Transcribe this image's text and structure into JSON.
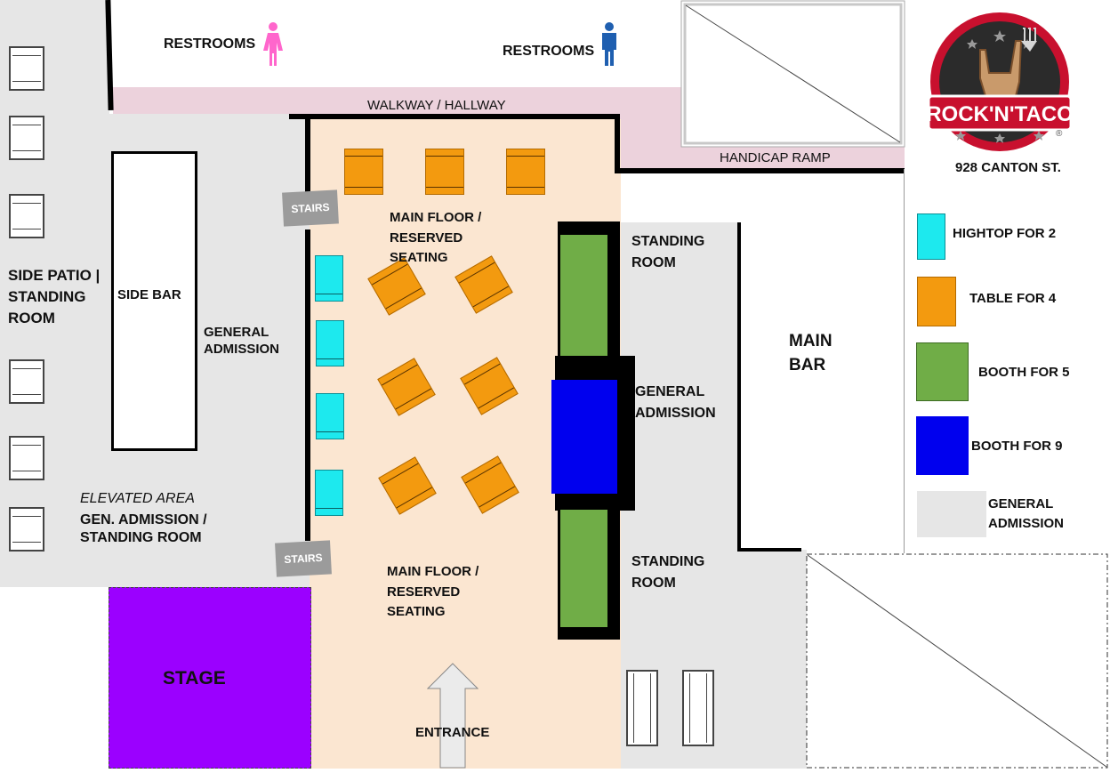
{
  "colors": {
    "general_admission": "#e6e6e6",
    "walkway": "#ecd2dc",
    "main_floor": "#fbe6d1",
    "stage": "#9b00ff",
    "hightop": "#1de9ee",
    "table": "#f39a0f",
    "booth5": "#70ad47",
    "booth9": "#0000ee",
    "women_icon": "#ff66cc",
    "men_icon": "#1f5fb0",
    "logo_red": "#c8102e"
  },
  "icons": {
    "women": "restroom-woman-icon",
    "men": "restroom-man-icon",
    "entrance_arrow": "up-arrow-icon",
    "logo_hand": "rock-hand-fork-icon"
  },
  "labels": {
    "restrooms_left": "RESTROOMS",
    "restrooms_right": "RESTROOMS",
    "walkway": "WALKWAY / HALLWAY",
    "handicap_ramp": "HANDICAP RAMP",
    "stairs_top": "STAIRS",
    "stairs_bottom": "STAIRS",
    "main_floor_top": "MAIN FLOOR / RESERVED SEATING",
    "main_floor_bottom": "MAIN FLOOR / RESERVED SEATING",
    "side_patio": "SIDE PATIO | STANDING ROOM",
    "side_bar": "SIDE BAR",
    "general_admission_left": "GENERAL ADMISSION",
    "elevated_area": "ELEVATED AREA",
    "elevated_ga": "GEN. ADMISSION / STANDING ROOM",
    "standing_room_top": "STANDING ROOM",
    "standing_room_bottom": "STANDING ROOM",
    "general_admission_right": "GENERAL ADMISSION",
    "main_bar": "MAIN BAR",
    "stage": "STAGE",
    "entrance": "ENTRANCE"
  },
  "logo": {
    "name": "ROCK'N'TACO",
    "registered": "®",
    "address": "928 CANTON ST."
  },
  "legend": [
    {
      "label": "HIGHTOP FOR 2",
      "color": "#1de9ee"
    },
    {
      "label": "TABLE FOR 4",
      "color": "#f39a0f"
    },
    {
      "label": "BOOTH FOR 5",
      "color": "#70ad47"
    },
    {
      "label": "BOOTH FOR 9",
      "color": "#0000ee"
    },
    {
      "label": "GENERAL ADMISSION",
      "color": "#e6e6e6"
    }
  ]
}
